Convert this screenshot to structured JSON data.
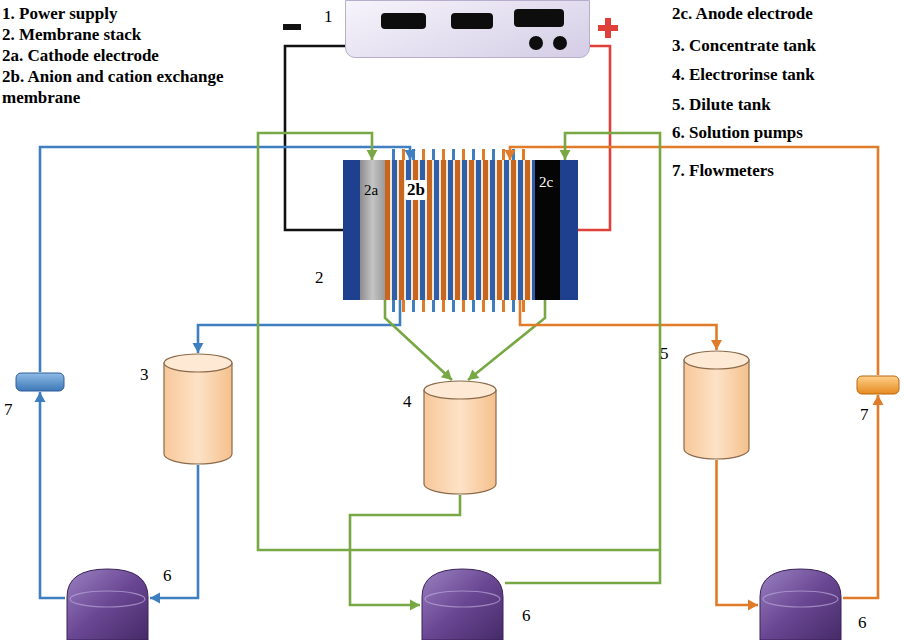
{
  "diagram": {
    "nodes": [
      {
        "text": [
          "1"
        ]
      },
      {
        "text": [
          "2"
        ]
      },
      {
        "text": [
          "2a"
        ],
        "in": 1
      },
      {
        "text": [
          "2b"
        ],
        "in": 1
      },
      {
        "text": [
          "2c"
        ],
        "in": 1
      },
      {
        "text": [
          "3"
        ]
      },
      {
        "text": [
          "4"
        ]
      },
      {
        "text": [
          "5"
        ]
      },
      {
        "text": [
          "6"
        ]
      },
      {
        "text": [
          "6"
        ]
      },
      {
        "text": [
          "6"
        ]
      },
      {
        "text": [
          "7"
        ]
      },
      {
        "text": [
          "7"
        ]
      }
    ],
    "edges": [
      {
        "from": 0,
        "to": 2,
        "arrow": "none"
      },
      {
        "from": 0,
        "to": 4,
        "arrow": "none"
      },
      {
        "from": 1,
        "to": 5,
        "arrow": "to"
      },
      {
        "from": 1,
        "to": 6,
        "arrow": "to"
      },
      {
        "from": 1,
        "to": 7,
        "arrow": "to"
      },
      {
        "from": 5,
        "to": 8,
        "arrow": "to"
      },
      {
        "from": 6,
        "to": 9,
        "arrow": "to"
      },
      {
        "from": 7,
        "to": 10,
        "arrow": "to"
      },
      {
        "from": 8,
        "to": 11,
        "arrow": "to"
      },
      {
        "from": 11,
        "to": 1,
        "arrow": "to"
      },
      {
        "from": 10,
        "to": 12,
        "arrow": "to"
      },
      {
        "from": 12,
        "to": 1,
        "arrow": "to"
      },
      {
        "from": 9,
        "to": 1,
        "arrow": "to"
      }
    ],
    "labels": [
      "1. Power supply",
      "2. Membrane stack",
      "2a. Cathode electrode",
      "2b. Anion and cation exchange membrane",
      "2c. Anode electrode",
      "3. Concentrate tank",
      "4. Electrorinse tank",
      "5. Dilute tank",
      "6. Solution pumps",
      "7. Flowmeters"
    ]
  }
}
